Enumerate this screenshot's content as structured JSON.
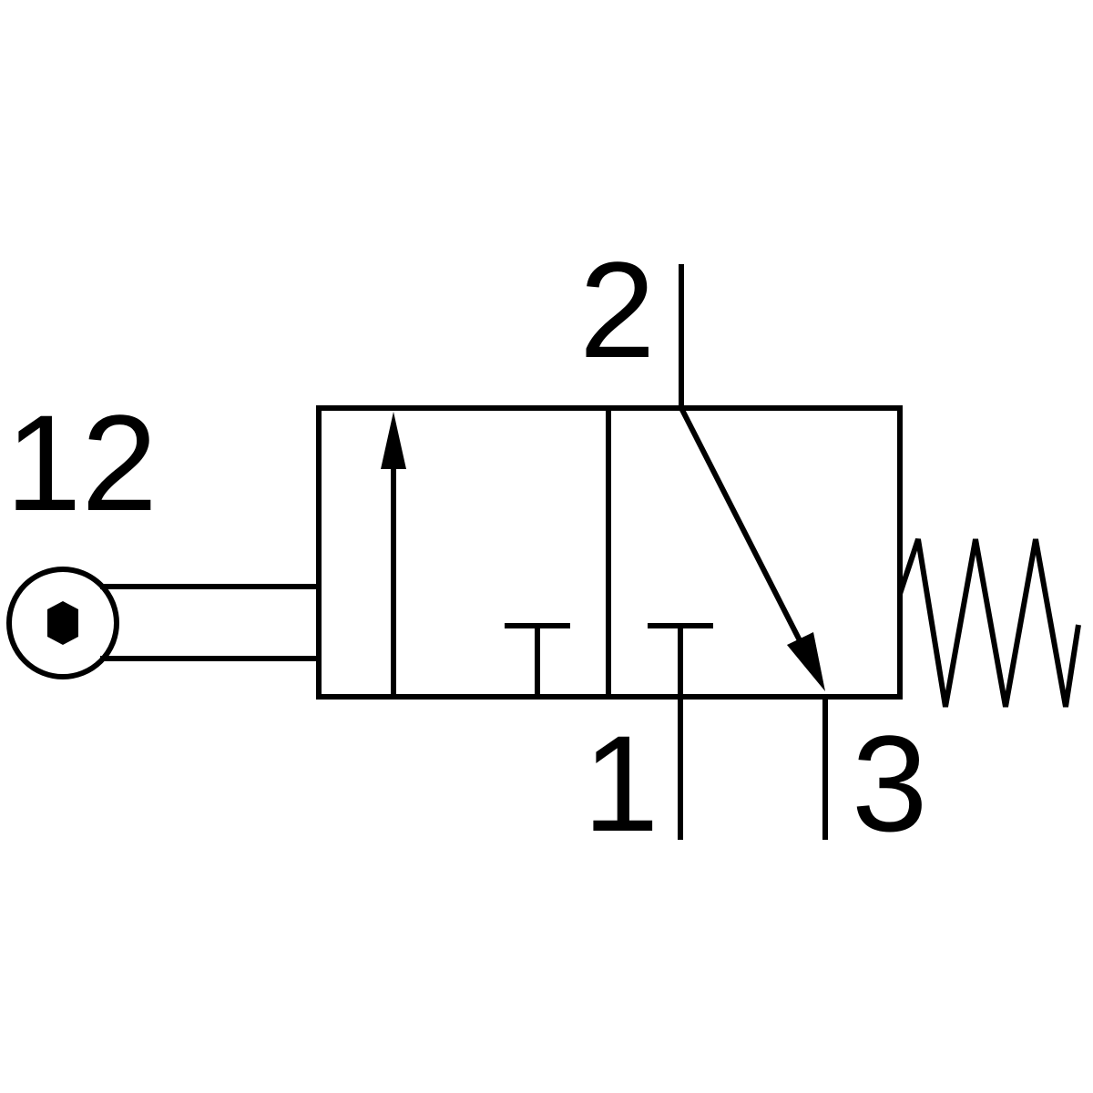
{
  "diagram": {
    "port_labels": {
      "pilot": "12",
      "outlet": "2",
      "supply": "1",
      "exhaust": "3"
    },
    "colors": {
      "line": "#000000",
      "fill": "#ffffff",
      "background": "#ffffff"
    },
    "icons": {
      "roller_actuator": "roller-icon",
      "spring_return": "spring-icon",
      "flow_arrow": "arrow-icon",
      "blocked_port": "t-stop-icon"
    }
  }
}
